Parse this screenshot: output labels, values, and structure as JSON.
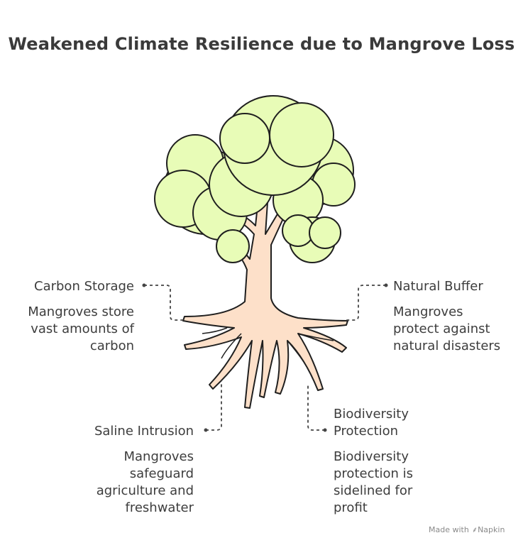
{
  "title": "Weakened Climate Resilience due to Mangrove Loss",
  "colors": {
    "canopy": "#e8fcb7",
    "trunk": "#fde0c9",
    "outline": "#1f1f1f",
    "connector": "#444444"
  },
  "branches": [
    {
      "id": "carbon",
      "title": "Carbon Storage",
      "description": "Mangroves store vast amounts of carbon"
    },
    {
      "id": "buffer",
      "title": "Natural Buffer",
      "description": "Mangroves protect against natural disasters"
    },
    {
      "id": "saline",
      "title": "Saline Intrusion",
      "description": "Mangroves safeguard agriculture and freshwater"
    },
    {
      "id": "biodiversity",
      "title": "Biodiversity Protection",
      "description": "Biodiversity protection is sidelined for profit"
    }
  ],
  "footer": {
    "made_with": "Made with",
    "brand": "Napkin"
  }
}
